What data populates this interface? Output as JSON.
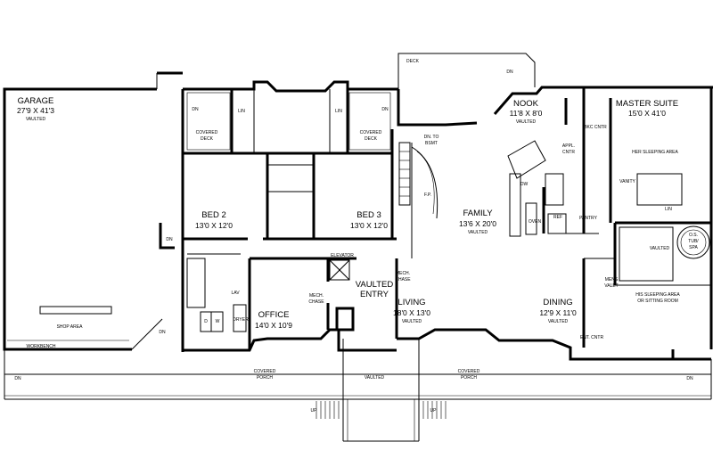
{
  "rooms": {
    "garage": {
      "name": "GARAGE",
      "size": "27'9 X 41'3",
      "note": "VAULTED"
    },
    "bed2": {
      "name": "BED 2",
      "size": "13'0 X 12'0"
    },
    "bed3": {
      "name": "BED 3",
      "size": "13'0 X 12'0"
    },
    "family": {
      "name": "FAMILY",
      "size": "13'6 X 20'0",
      "note": "VAULTED"
    },
    "nook": {
      "name": "NOOK",
      "size": "11'8 X 8'0",
      "note": "VAULTED"
    },
    "master": {
      "name": "MASTER SUITE",
      "size": "15'0 X 41'0"
    },
    "office": {
      "name": "OFFICE",
      "size": "14'0 X 10'9"
    },
    "entry": {
      "name": "VAULTED",
      "name2": "ENTRY"
    },
    "living": {
      "name": "LIVING",
      "size": "18'0 X 13'0",
      "note": "VAULTED"
    },
    "dining": {
      "name": "DINING",
      "size": "12'9 X 11'0",
      "note": "VAULTED"
    }
  },
  "labels": {
    "deck": "DECK",
    "covered_deck_1": "COVERED",
    "covered_deck_2": "DECK",
    "covered_porch_1": "COVERED",
    "covered_porch_2": "PORCH",
    "porch_vaulted": "VAULTED",
    "shop_area": "SHOP AREA",
    "workbench": "WORKBENCH",
    "elevator": "ELEVATOR",
    "mech_chase_1": "MECH.",
    "mech_chase_2": "CHASE",
    "dn": "DN",
    "up": "UP",
    "dn_to_bsmt_1": "DN. TO",
    "dn_to_bsmt_2": "BSMT",
    "lin": "LIN",
    "fp": "F.P.",
    "dw": "DW",
    "ref": "REF",
    "oven": "OVEN",
    "pantry": "PANTRY",
    "appl_cntr_1": "APPL.",
    "appl_cntr_2": "CNTR",
    "ent_cntr": "ENT. CNTR",
    "bkc_cntr": "BKC CNTR",
    "her_sleeping": "HER SLEEPING AREA",
    "his_sleeping_1": "HIS SLEEPING AREA",
    "his_sleeping_2": "OR SITTING ROOM",
    "mens_valet_1": "MENS",
    "mens_valet_2": "VALET",
    "vaulted": "VAULTED",
    "spa_1": "O.S.",
    "spa_2": "TUB/",
    "spa_3": "SPA",
    "vanity": "VANITY",
    "lav": "LAV",
    "dryer": "DRYER",
    "d": "D",
    "w": "W"
  },
  "colors": {
    "ink": "#000000",
    "paper": "#ffffff"
  }
}
